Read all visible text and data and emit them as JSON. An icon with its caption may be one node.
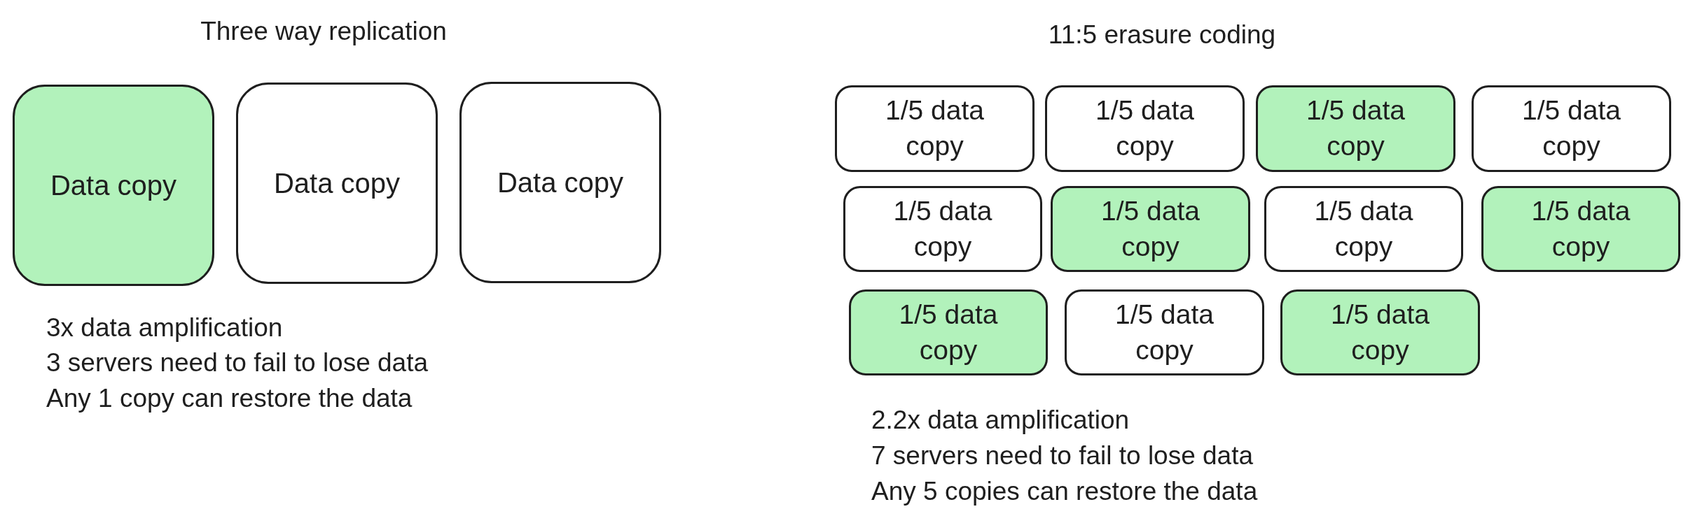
{
  "diagram": {
    "nodes": [
      {
        "text": [
          "Data copy"
        ]
      },
      {
        "text": [
          "Data copy"
        ]
      },
      {
        "text": [
          "Data copy"
        ]
      },
      {
        "text": [
          "1/5 data copy"
        ]
      },
      {
        "text": [
          "1/5 data copy"
        ]
      },
      {
        "text": [
          "1/5 data copy"
        ]
      },
      {
        "text": [
          "1/5 data copy"
        ]
      },
      {
        "text": [
          "1/5 data copy"
        ]
      },
      {
        "text": [
          "1/5 data copy"
        ]
      },
      {
        "text": [
          "1/5 data copy"
        ]
      },
      {
        "text": [
          "1/5 data copy"
        ]
      },
      {
        "text": [
          "1/5 data copy"
        ]
      },
      {
        "text": [
          "1/5 data copy"
        ]
      },
      {
        "text": [
          "1/5 data copy"
        ]
      }
    ],
    "labels": [
      "Three way replication",
      "3x data amplification",
      "3 servers need to fail to lose data",
      "Any 1 copy can restore the data",
      "11:5 erasure coding",
      "2.2x data amplification",
      "7 servers need to fail to lose data",
      "Any 5 copies can restore the data"
    ]
  }
}
